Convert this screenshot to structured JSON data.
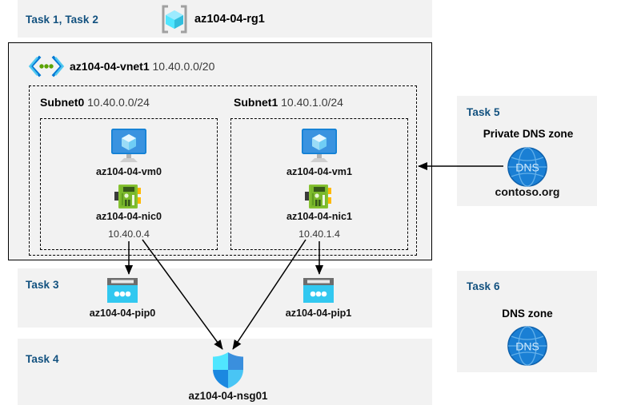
{
  "diagram": {
    "title_tasks": "Task 1, Task 2",
    "resource_group": {
      "name": "az104-04-rg1",
      "icon": "resource-group-icon"
    },
    "vnet": {
      "name": "az104-04-vnet1",
      "cidr": "10.40.0.0/20",
      "icon": "virtual-network-icon"
    },
    "subnets": [
      {
        "name": "Subnet0",
        "cidr": "10.40.0.0/24",
        "vm": {
          "label": "az104-04-vm0",
          "icon": "virtual-machine-icon"
        },
        "nic": {
          "label": "az104-04-nic0",
          "ip": "10.40.0.4",
          "icon": "network-interface-icon"
        }
      },
      {
        "name": "Subnet1",
        "cidr": "10.40.1.0/24",
        "vm": {
          "label": "az104-04-vm1",
          "icon": "virtual-machine-icon"
        },
        "nic": {
          "label": "az104-04-nic1",
          "ip": "10.40.1.4",
          "icon": "network-interface-icon"
        }
      }
    ],
    "task3": {
      "label": "Task 3",
      "public_ips": [
        {
          "label": "az104-04-pip0",
          "icon": "public-ip-address-icon"
        },
        {
          "label": "az104-04-pip1",
          "icon": "public-ip-address-icon"
        }
      ]
    },
    "task4": {
      "label": "Task 4",
      "nsg": {
        "label": "az104-04-nsg01",
        "icon": "network-security-group-icon"
      }
    },
    "task5": {
      "label": "Task 5",
      "title": "Private DNS zone",
      "zone_name": "contoso.org",
      "icon": "dns-zone-icon",
      "icon_text": "DNS"
    },
    "task6": {
      "label": "Task 6",
      "title": "DNS zone",
      "icon": "dns-zone-icon",
      "icon_text": "DNS"
    },
    "colors": {
      "task_label": "#12517f",
      "panel_bg": "#f2f2f2",
      "canvas_bg": "#ffffff",
      "azure_blue": "#0078d4",
      "cyan": "#32c8f0",
      "nic_green": "#6bb335",
      "dns_blue": "#1a7fd4"
    }
  }
}
